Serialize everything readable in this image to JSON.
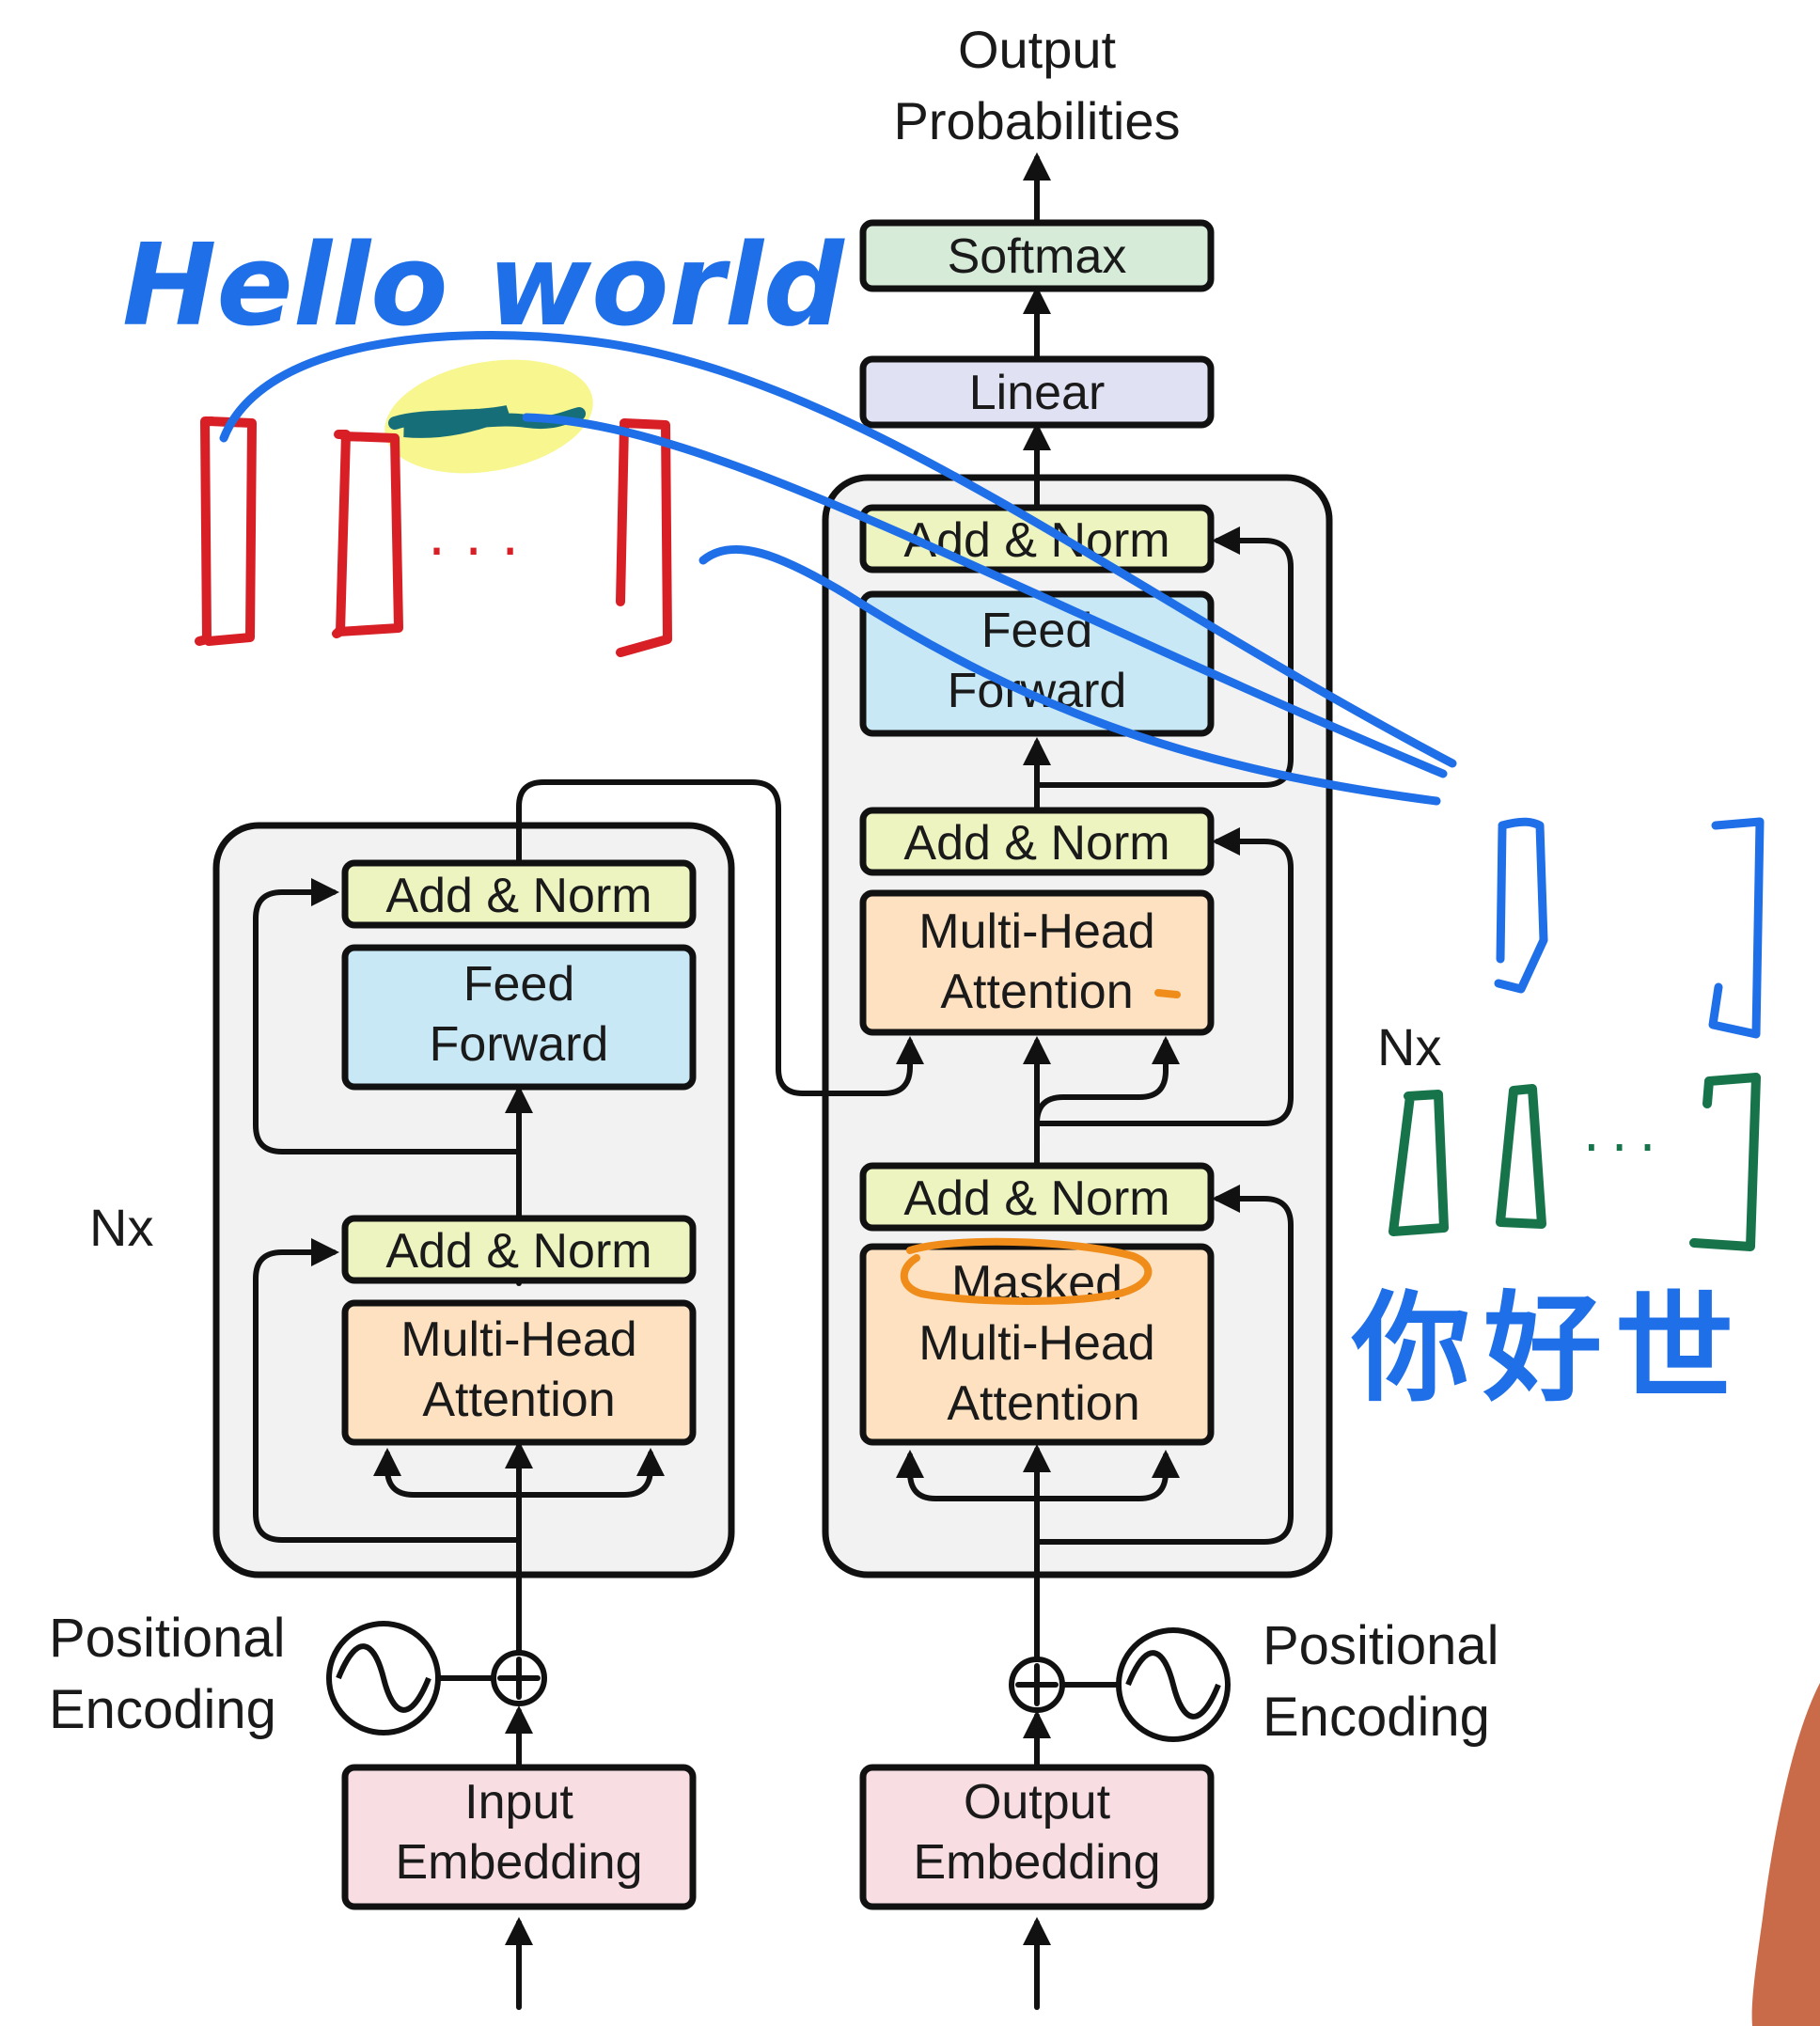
{
  "colors": {
    "add_norm": "#edf4c0",
    "feed_forward": "#c8e8f6",
    "attention": "#fde1c0",
    "embedding": "#f8dde2",
    "linear": "#e0e1f2",
    "softmax": "#d6ecd9",
    "stack_background": "#f2f2f2",
    "annotation_blue": "#1f6fe8",
    "annotation_red": "#d81f26",
    "annotation_green": "#17744a",
    "annotation_orange": "#f08c1a",
    "highlight_yellow": "#f7f57a"
  },
  "output_label": [
    "Output",
    "Probabilities"
  ],
  "decoder_head": {
    "softmax": "Softmax",
    "linear": "Linear"
  },
  "encoder": {
    "repeat_label": "Nx",
    "add_norm_top": "Add & Norm",
    "feed_forward": [
      "Feed",
      "Forward"
    ],
    "add_norm_bottom": "Add & Norm",
    "attention": [
      "Multi-Head",
      "Attention"
    ],
    "embedding": [
      "Input",
      "Embedding"
    ],
    "positional_encoding": [
      "Positional",
      "Encoding"
    ]
  },
  "decoder": {
    "repeat_label": "Nx",
    "add_norm_top": "Add & Norm",
    "feed_forward": [
      "Feed",
      "Forward"
    ],
    "add_norm_middle": "Add & Norm",
    "cross_attention": [
      "Multi-Head",
      "Attention"
    ],
    "add_norm_bottom": "Add & Norm",
    "masked_attention": [
      "Masked",
      "Multi-Head",
      "Attention"
    ],
    "embedding": [
      "Output",
      "Embedding"
    ],
    "positional_encoding": [
      "Positional",
      "Encoding"
    ]
  },
  "annotations": {
    "handwritten_english": "Hello world",
    "handwritten_chinese": "你好世",
    "ellipsis": "..."
  }
}
